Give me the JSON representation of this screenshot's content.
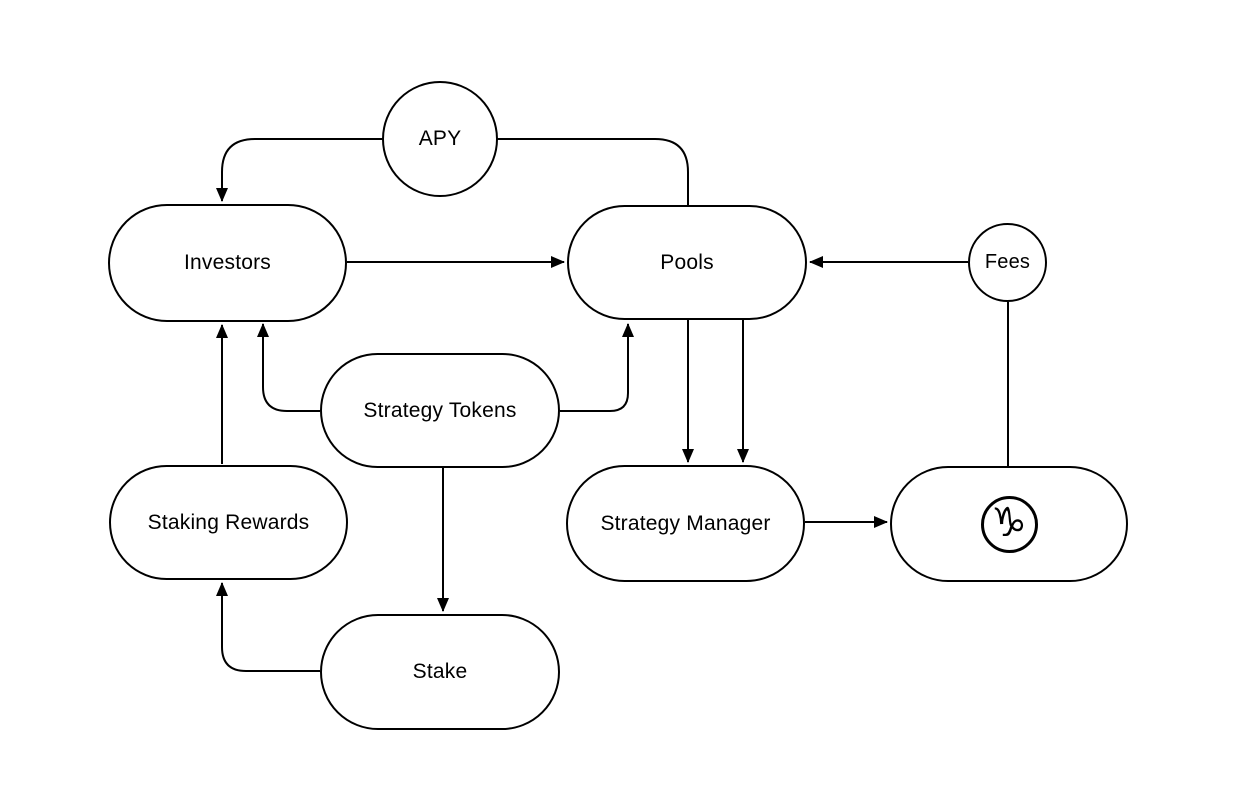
{
  "diagram": {
    "colors": {
      "stroke": "#000000",
      "background": "#ffffff",
      "text": "#000000"
    },
    "nodes": {
      "apy": {
        "label": "APY",
        "shape": "circle"
      },
      "investors": {
        "label": "Investors",
        "shape": "capsule"
      },
      "pools": {
        "label": "Pools",
        "shape": "capsule"
      },
      "fees": {
        "label": "Fees",
        "shape": "circle"
      },
      "strategy_tokens": {
        "label": "Strategy Tokens",
        "shape": "capsule"
      },
      "staking_rewards": {
        "label": "Staking Rewards",
        "shape": "capsule"
      },
      "strategy_manager": {
        "label": "Strategy Manager",
        "shape": "capsule"
      },
      "v3": {
        "label": "",
        "shape": "capsule",
        "icon": "♑",
        "icon_name": "v3-monogram-logo"
      },
      "stake": {
        "label": "Stake",
        "shape": "capsule"
      }
    },
    "edges": [
      {
        "from": "pools",
        "to": "apy",
        "arrow": false
      },
      {
        "from": "apy",
        "to": "investors",
        "arrow": true
      },
      {
        "from": "investors",
        "to": "pools",
        "arrow": true
      },
      {
        "from": "fees",
        "to": "pools",
        "arrow": true
      },
      {
        "from": "fees",
        "to": "v3",
        "arrow": false
      },
      {
        "from": "pools",
        "to": "strategy_manager",
        "arrow": true,
        "count": 2
      },
      {
        "from": "strategy_tokens",
        "to": "pools",
        "arrow": true
      },
      {
        "from": "strategy_tokens",
        "to": "investors",
        "arrow": true
      },
      {
        "from": "strategy_tokens",
        "to": "stake",
        "arrow": true
      },
      {
        "from": "stake",
        "to": "staking_rewards",
        "arrow": true
      },
      {
        "from": "staking_rewards",
        "to": "investors",
        "arrow": true
      },
      {
        "from": "strategy_manager",
        "to": "v3",
        "arrow": true
      }
    ]
  }
}
